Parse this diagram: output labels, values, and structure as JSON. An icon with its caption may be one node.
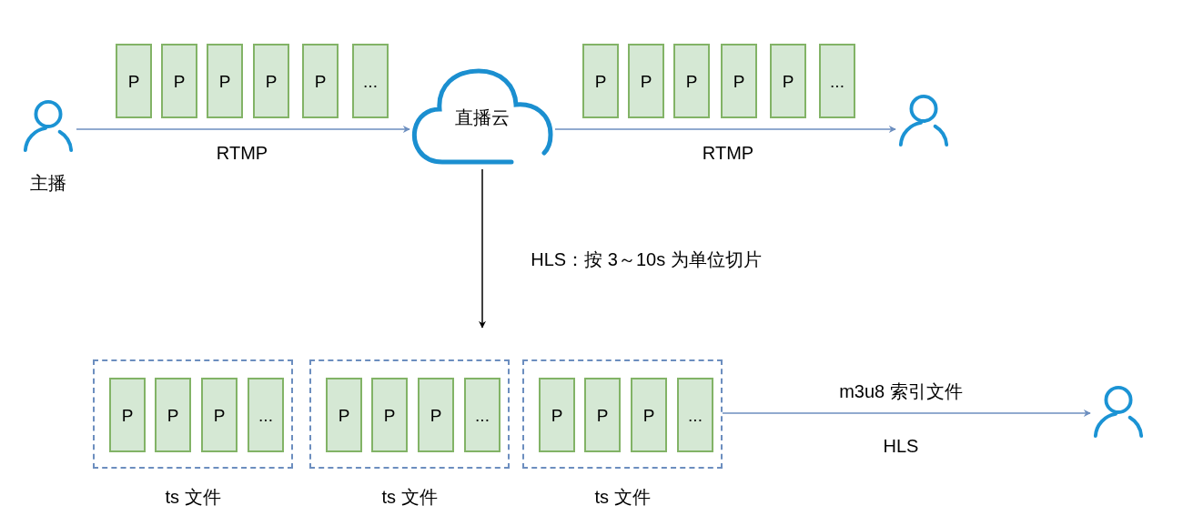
{
  "diagram": {
    "nodes": [
      {
        "text": [],
        "shape": "person",
        "beside": [
          "主播"
        ]
      },
      {
        "text": [
          "P"
        ]
      },
      {
        "text": [
          "P"
        ]
      },
      {
        "text": [
          "P"
        ]
      },
      {
        "text": [
          "P"
        ]
      },
      {
        "text": [
          "P"
        ]
      },
      {
        "text": [
          "..."
        ]
      },
      {
        "text": [
          "直播云"
        ]
      },
      {
        "text": [
          "P"
        ]
      },
      {
        "text": [
          "P"
        ]
      },
      {
        "text": [
          "P"
        ]
      },
      {
        "text": [
          "P"
        ]
      },
      {
        "text": [
          "P"
        ]
      },
      {
        "text": [
          "..."
        ]
      },
      {
        "text": [],
        "shape": "person"
      },
      {
        "text": [],
        "shape": "box",
        "beside": [
          "ts 文件"
        ]
      },
      {
        "text": [
          "P"
        ],
        "in": 15
      },
      {
        "text": [
          "P"
        ],
        "in": 15
      },
      {
        "text": [
          "P"
        ],
        "in": 15
      },
      {
        "text": [
          "..."
        ],
        "in": 15
      },
      {
        "text": [],
        "shape": "box",
        "beside": [
          "ts 文件"
        ]
      },
      {
        "text": [
          "P"
        ],
        "in": 20
      },
      {
        "text": [
          "P"
        ],
        "in": 20
      },
      {
        "text": [
          "P"
        ],
        "in": 20
      },
      {
        "text": [
          "..."
        ],
        "in": 20
      },
      {
        "text": [],
        "shape": "box",
        "beside": [
          "ts 文件"
        ]
      },
      {
        "text": [
          "P"
        ],
        "in": 25
      },
      {
        "text": [
          "P"
        ],
        "in": 25
      },
      {
        "text": [
          "P"
        ],
        "in": 25
      },
      {
        "text": [
          "..."
        ],
        "in": 25
      },
      {
        "text": [],
        "shape": "person"
      }
    ],
    "edges": [
      {
        "from": 0,
        "to": 7,
        "arrow": "to",
        "label": "RTMP"
      },
      {
        "from": 7,
        "to": 14,
        "arrow": "to",
        "label": "RTMP"
      },
      {
        "from": 7,
        "to": null,
        "arrow": "to",
        "label": "HLS：按 3～10s 为单位切片",
        "color": "#000000"
      },
      {
        "from": 25,
        "to": 30,
        "arrow": "to",
        "label": "m3u8 索引文件"
      }
    ],
    "labels": [
      "HLS"
    ]
  }
}
